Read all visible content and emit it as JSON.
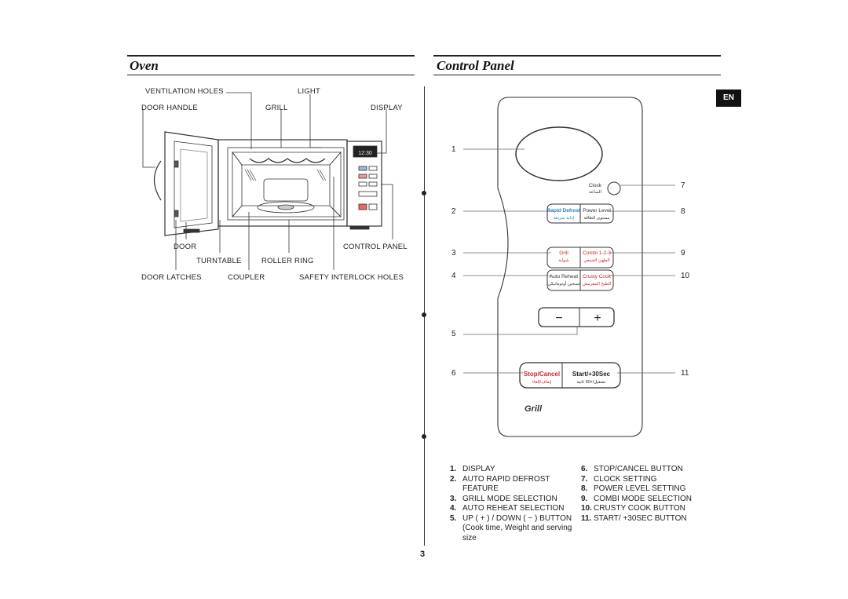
{
  "oven": {
    "title": "Oven",
    "labels": {
      "ventilation_holes": "VENTILATION HOLES",
      "light": "LIGHT",
      "door_handle": "DOOR HANDLE",
      "grill": "GRILL",
      "display": "DISPLAY",
      "door": "DOOR",
      "control_panel": "CONTROL PANEL",
      "turntable": "TURNTABLE",
      "roller_ring": "ROLLER RING",
      "door_latches": "DOOR LATCHES",
      "coupler": "COUPLER",
      "safety_interlock_holes": "SAFETY INTERLOCK HOLES"
    }
  },
  "control_panel": {
    "title": "Control Panel",
    "language_badge": "EN",
    "callouts": [
      "1",
      "2",
      "3",
      "4",
      "5",
      "6",
      "7",
      "8",
      "9",
      "10",
      "11"
    ],
    "buttons": {
      "clock": "Clock",
      "clock_ar": "الساعة",
      "rapid_defrost": "Rapid Defrost",
      "rapid_defrost_ar": "إذابة سريعة",
      "power_level": "Power Level",
      "power_level_ar": "مستوى الطاقة",
      "grill": "Grill",
      "grill_ar": "شواية",
      "combi": "Combi 1-2-3",
      "combi_ar": "الطهي الجمعي",
      "auto_reheat": "Auto Reheat",
      "auto_reheat_ar": "تسخين أوتوماتيكي",
      "crusty_cook": "Crusty Cook",
      "crusty_cook_ar": "الطبخ المقرمش",
      "minus": "−",
      "plus": "+",
      "stop_cancel": "Stop/Cancel",
      "stop_cancel_ar": "إيقاف/إلغاء",
      "start": "Start/+30Sec",
      "start_ar": "تشغيل/+30 ثانية",
      "brand": "Grill"
    },
    "legend_left": [
      {
        "n": "1.",
        "text": "DISPLAY"
      },
      {
        "n": "2.",
        "text": "AUTO RAPID DEFROST"
      },
      {
        "n": "",
        "text": "FEATURE"
      },
      {
        "n": "3.",
        "text": "GRILL MODE SELECTION"
      },
      {
        "n": "4.",
        "text": "AUTO REHEAT SELECTION"
      },
      {
        "n": "5.",
        "text": "UP  ( + ) / DOWN ( − ) BUTTON"
      },
      {
        "n": "",
        "text": "(Cook time, Weight and serving"
      },
      {
        "n": "",
        "text": "size"
      }
    ],
    "legend_right": [
      {
        "n": "6.",
        "text": "STOP/CANCEL BUTTON"
      },
      {
        "n": "7.",
        "text": "CLOCK SETTING"
      },
      {
        "n": "8.",
        "text": "POWER LEVEL SETTING"
      },
      {
        "n": "9.",
        "text": "COMBI MODE SELECTION"
      },
      {
        "n": "10.",
        "text": "CRUSTY COOK BUTTON"
      },
      {
        "n": "11.",
        "text": "START/ +30SEC BUTTON"
      }
    ]
  },
  "page_number": "3",
  "colors": {
    "blue": "#1f7ac8",
    "red": "#d2232a",
    "ink": "#222222"
  }
}
